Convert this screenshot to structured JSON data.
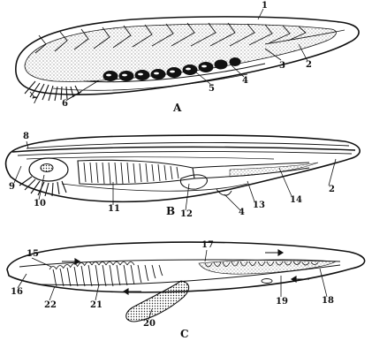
{
  "panels": [
    {
      "id": "A",
      "letter": "A",
      "labels": [
        "1",
        "2",
        "3",
        "4",
        "5",
        "6",
        "7"
      ]
    },
    {
      "id": "B",
      "letter": "B",
      "labels": [
        "8",
        "9",
        "10",
        "11",
        "12",
        "4",
        "13",
        "14",
        "2"
      ]
    },
    {
      "id": "C",
      "letter": "C",
      "labels": [
        "15",
        "16",
        "22",
        "21",
        "20",
        "17",
        "19",
        "18"
      ]
    }
  ]
}
